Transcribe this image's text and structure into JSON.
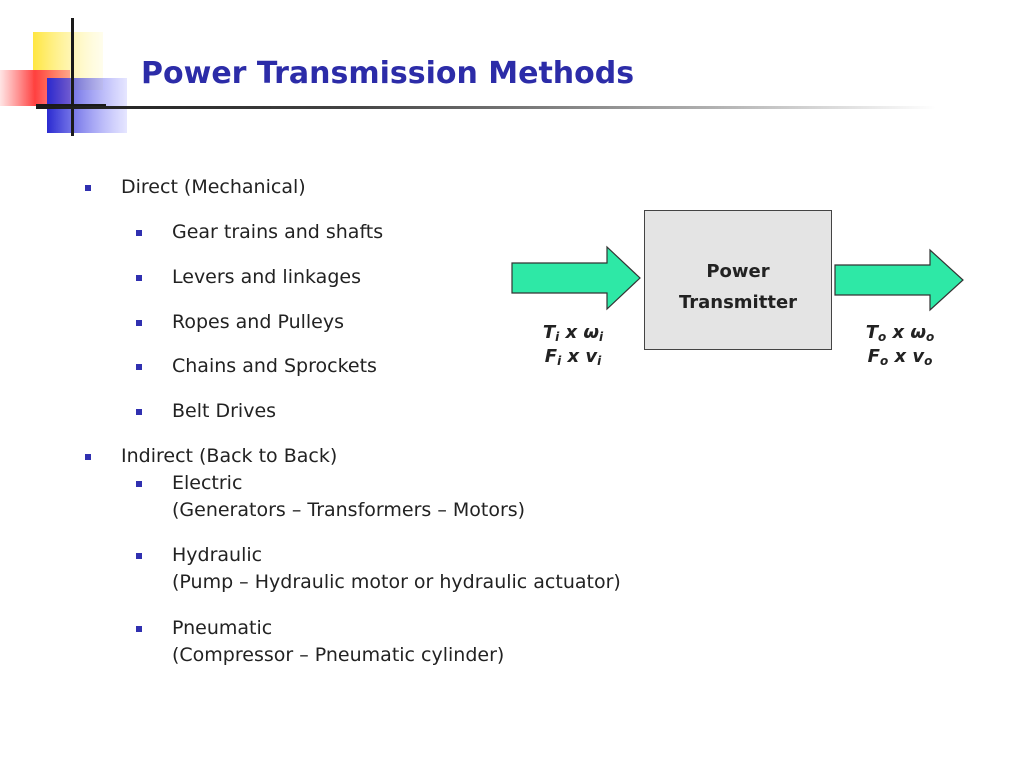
{
  "title": "Power Transmission Methods",
  "bullets": {
    "direct": "Direct (Mechanical)",
    "gear": "Gear trains and shafts",
    "levers": "Levers and linkages",
    "ropes": "Ropes and Pulleys",
    "chains": "Chains and Sprockets",
    "belt": "Belt Drives",
    "indirect": "Indirect (Back to Back)",
    "electric": "Electric",
    "electric_detail": "(Generators – Transformers – Motors)",
    "hydraulic": "Hydraulic",
    "hydraulic_detail": "(Pump – Hydraulic motor or hydraulic actuator)",
    "pneumatic": "Pneumatic",
    "pneumatic_detail": "(Compressor – Pneumatic cylinder)"
  },
  "diagram": {
    "box_line1": "Power",
    "box_line2": "Transmitter",
    "input": {
      "torque": "T",
      "torque_sub": "i",
      "times1": " x ",
      "omega": "ω",
      "omega_sub": "i",
      "force": "F",
      "force_sub": "i",
      "times2": " x ",
      "vel": "v",
      "vel_sub": "i"
    },
    "output": {
      "torque": "T",
      "torque_sub": "o",
      "times1": " x ",
      "omega": "ω",
      "omega_sub": "o",
      "force": "F",
      "force_sub": "o",
      "times2": " x ",
      "vel": "v",
      "vel_sub": "o"
    }
  },
  "colors": {
    "title": "#2c2ca8",
    "bullet": "#3030b0",
    "arrow_fill": "#2ee8a6",
    "box_fill": "#e4e4e4"
  }
}
